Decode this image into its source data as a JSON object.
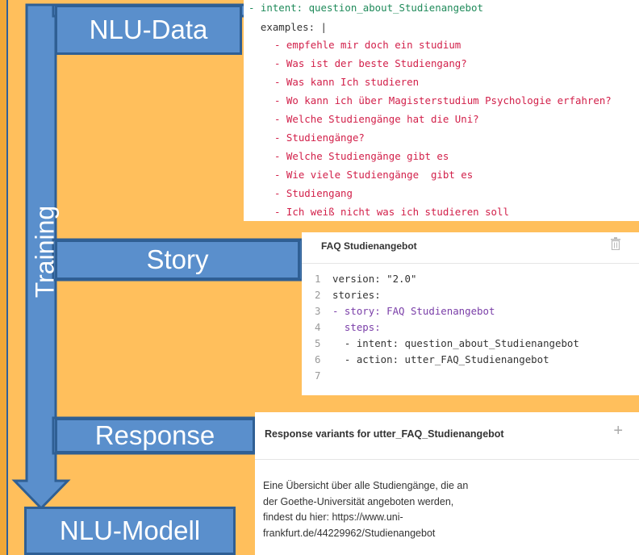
{
  "labels": {
    "nlu_data": "NLU-Data",
    "story": "Story",
    "response": "Response",
    "nlu_modell": "NLU-Modell",
    "training": "Training"
  },
  "nlu_panel": {
    "intent_line": "- intent: question_about_Studienangebot",
    "examples_line": "  examples: |",
    "examples": [
      "- empfehle mir doch ein studium",
      "- Was ist der beste Studiengang?",
      "- Was kann Ich studieren",
      "- Wo kann ich über Magisterstudium Psychologie erfahren?",
      "- Welche Studiengänge hat die Uni?",
      "- Studiengänge?",
      "- Welche Studiengänge gibt es",
      "- Wie viele Studiengänge  gibt es",
      "- Studiengang",
      "- Ich weiß nicht was ich studieren soll"
    ]
  },
  "story_panel": {
    "title": "FAQ Studienangebot",
    "lines": [
      {
        "num": "1",
        "text": "version: \"2.0\""
      },
      {
        "num": "2",
        "text": "stories:"
      },
      {
        "num": "3",
        "text": "- story: FAQ Studienangebot"
      },
      {
        "num": "4",
        "text": "  steps:"
      },
      {
        "num": "5",
        "text": "  - intent: question_about_Studienangebot"
      },
      {
        "num": "6",
        "text": "  - action: utter_FAQ_Studienangebot"
      },
      {
        "num": "7",
        "text": ""
      }
    ]
  },
  "response_panel": {
    "title": "Response variants for utter_FAQ_Studienangebot",
    "plus": "+",
    "body_lines": [
      "Eine Übersicht über alle Studiengänge, die an",
      "der Goethe-Universität angeboten werden,",
      "findest du hier: https://www.uni-",
      "frankfurt.de/44229962/Studienangebot"
    ]
  },
  "colors": {
    "background": "#ffbf5c",
    "box_fill": "#5a8fcc",
    "box_border": "#2f5f94",
    "code_red": "#d2204a",
    "code_green": "#1f8a5a"
  }
}
